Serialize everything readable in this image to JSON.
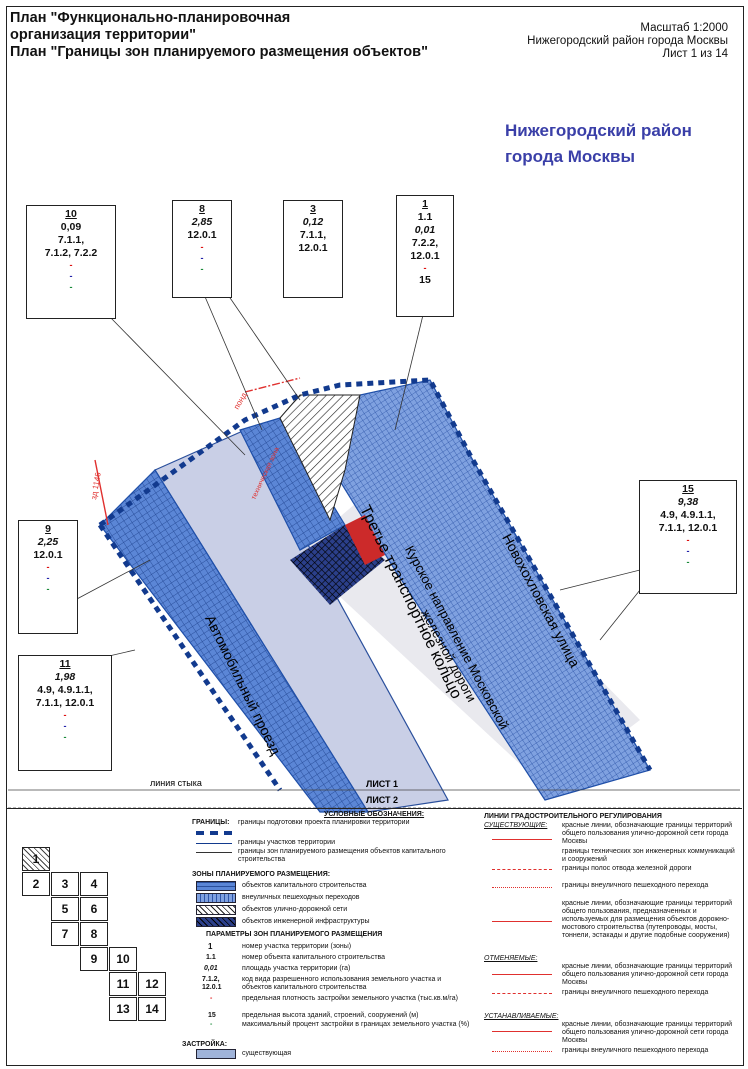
{
  "header": {
    "title_line1": "План \"Функционально-планировочная",
    "title_line2": "организация территории\"",
    "title_line3": "План \"Границы зон планируемого размещения объектов\"",
    "scale": "Масштаб 1:2000",
    "district": "Нижегородский район города Москвы",
    "sheet": "Лист 1 из 14"
  },
  "district_label": {
    "line1": "Нижегородский район",
    "line2": "города Москвы"
  },
  "colors": {
    "zone_blue": "#3f6fc8",
    "border_blue": "#1f4fa8",
    "red_line": "#e0302e",
    "district": "#3a3fa8"
  },
  "boxes": [
    {
      "num": "10",
      "area": "0,09",
      "codes1": "7.1.1,",
      "codes2": "7.1.2, 7.2.2",
      "codes3": "",
      "height": ""
    },
    {
      "num": "8",
      "area": "2,85",
      "codes1": "12.0.1",
      "codes2": "",
      "codes3": "",
      "height": ""
    },
    {
      "num": "3",
      "area": "0,12",
      "codes1": "7.1.1,",
      "codes2": "12.0.1",
      "codes3": "",
      "height": ""
    },
    {
      "num": "1",
      "sub": "1.1",
      "area": "0,01",
      "codes1": "7.2.2,",
      "codes2": "12.0.1",
      "codes3": "",
      "height": "15"
    },
    {
      "num": "9",
      "area": "2,25",
      "codes1": "12.0.1",
      "codes2": "",
      "codes3": "",
      "height": ""
    },
    {
      "num": "15",
      "area": "9,38",
      "codes1": "4.9, 4.9.1.1,",
      "codes2": "7.1.1, 12.0.1",
      "codes3": "",
      "height": ""
    },
    {
      "num": "11",
      "area": "1,98",
      "codes1": "4.9, 4.9.1.1,",
      "codes2": "7.1.1, 12.0.1",
      "codes3": "",
      "height": ""
    }
  ],
  "map_labels": {
    "ttk": "Третье транспортное кольцо",
    "avto": "Автомобильный проезд",
    "kursk1": "Курское направление Московской",
    "kursk2": "железной дороги",
    "novo": "Новохохловская улица",
    "joint": "линия стыка",
    "sheet1": "ЛИСТ 1",
    "sheet2": "ЛИСТ 2",
    "zd": "зд 1146",
    "pond": "понд",
    "tech": "техническая зона"
  },
  "legend": {
    "title": "УСЛОВНЫЕ ОБОЗНАЧЕНИЯ:",
    "borders": "ГРАНИЦЫ:",
    "b1": "границы подготовки проекта планировки территории",
    "b2": "границы участков территории",
    "b3": "границы зон планируемого размещения объектов капитального строительства",
    "zones": "ЗОНЫ ПЛАНИРУЕМОГО РАЗМЕЩЕНИЯ:",
    "z1": "объектов капитального строительства",
    "z2": "внеуличных пешеходных переходов",
    "z3": "объектов улично-дорожной сети",
    "z4": "объектов инженерной инфраструктуры",
    "params": "ПАРАМЕТРЫ ЗОН ПЛАНИРУЕМОГО РАЗМЕЩЕНИЯ",
    "p1s": "1",
    "p1": "номер участка территории (зоны)",
    "p2s": "1.1",
    "p2": "номер объекта капитального строительства",
    "p3s": "0,01",
    "p3": "площадь участка территории (га)",
    "p4s": "7.1.2, 12.0.1",
    "p4": "код вида разрешенного использования земельного участка и объектов капитального строительства",
    "p5": "предельная плотность застройки земельного участка (тыс.кв.м/га)",
    "p6s": "15",
    "p6": "предельная высота зданий, строений, сооружений (м)",
    "p7": "максимальный процент застройки в границах земельного участка (%)",
    "build": "ЗАСТРОЙКА:",
    "build1": "существующая",
    "lines": "ЛИНИИ ГРАДОСТРОИТЕЛЬНОГО РЕГУЛИРОВАНИЯ",
    "exist": "СУЩЕСТВУЮЩИЕ:",
    "l1": "красные линии, обозначающие границы территорий общего пользования улично-дорожной сети города Москвы",
    "l2": "границы технических зон инженерных коммуникаций и сооружений",
    "l3": "границы полос отвода железной дороги",
    "l4": "границы внеуличного пешеходного перехода",
    "l5": "красные линии, обозначающие границы территорий общего пользования, предназначенных и используемых для размещения объектов дорожно-мостового строительства (путепроводы, мосты, тоннели, эстакады и другие подобные сооружения)",
    "cancel": "ОТМЕНЯЕМЫЕ:",
    "l6": "красные линии, обозначающие границы территорий общего пользования улично-дорожной сети города Москвы",
    "l7": "границы внеуличного пешеходного перехода",
    "set": "УСТАНАВЛИВАЕМЫЕ:",
    "l8": "красные линии, обозначающие границы территорий общего пользования улично-дорожной сети города Москвы",
    "l9": "границы внеуличного пешеходного перехода"
  },
  "sheets": [
    "1",
    "2",
    "3",
    "4",
    "5",
    "6",
    "7",
    "8",
    "9",
    "10",
    "11",
    "12",
    "13",
    "14"
  ]
}
